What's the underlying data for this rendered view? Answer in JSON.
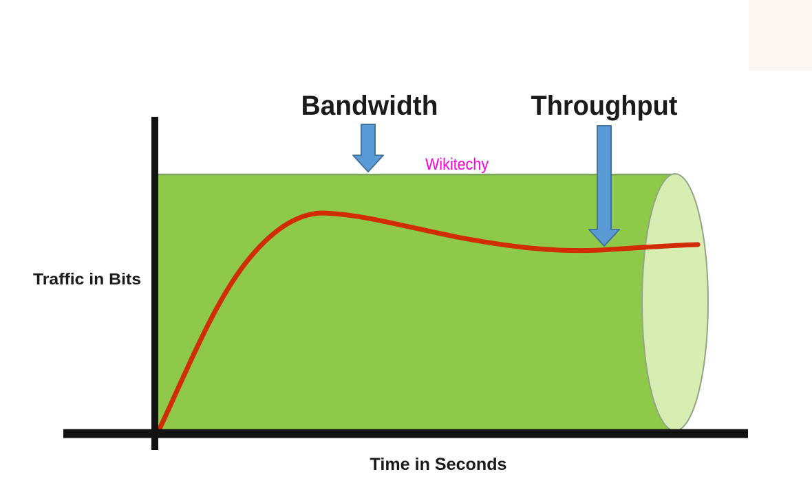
{
  "labels": {
    "bandwidth": "Bandwidth",
    "throughput": "Throughput",
    "watermark": "Wikitechy",
    "y_axis": "Traffic in Bits",
    "x_axis": "Time in Seconds"
  },
  "colors": {
    "background": "#ffffff",
    "corner_tint": "#fcf7f3",
    "pipe_green": "#8ec94a",
    "pipe_top_edge": "#7ba45c",
    "pipe_end_fill": "#d8edb2",
    "pipe_end_stroke": "#93a487",
    "curve_red": "#d02c06",
    "arrow_fill": "#5b9bd5",
    "arrow_stroke": "#41719c",
    "axis_black": "#121212",
    "label_black": "#1a1a1a",
    "watermark_magenta": "#ff00dd"
  }
}
